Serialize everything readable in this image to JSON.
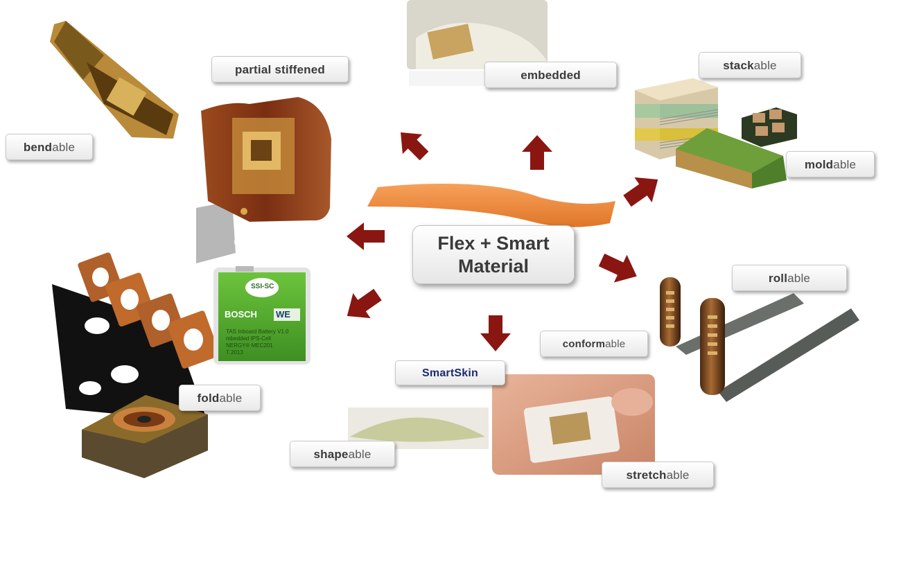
{
  "center": {
    "line1": "Flex + Smart",
    "line2": "Material"
  },
  "labels": {
    "partial_stiffened": "partial stiffened",
    "embedded": "embedded",
    "stackable": {
      "strong": "stack",
      "weak": "able"
    },
    "bendable": {
      "strong": "bend",
      "weak": "able"
    },
    "moldable": {
      "strong": "mold",
      "weak": "able"
    },
    "rollable": {
      "strong": "roll",
      "weak": "able"
    },
    "conformable": {
      "strong": "conform",
      "weak": "able"
    },
    "foldable": {
      "strong": "fold",
      "weak": "able"
    },
    "shapeable": {
      "strong": "shape",
      "weak": "able"
    },
    "stretchable": {
      "strong": "stretch",
      "weak": "able"
    },
    "smartskin": "SmartSkin"
  },
  "battery_card": {
    "logo_1": "SSI-SC",
    "logo_2": "BOSCH",
    "logo_3": "WE",
    "text_1": "TAS Inboard Battery V1.0",
    "text_2": "mbedded IPS-Cell",
    "text_3": "NERGY® MEC201",
    "text_4": "T 2013"
  },
  "colors": {
    "arrow": "#8a1612",
    "substrate": "#f08a3c",
    "flex_copper": "#8a3a16",
    "gold": "#c9a04a",
    "pcb_green": "#2f6b2a"
  }
}
